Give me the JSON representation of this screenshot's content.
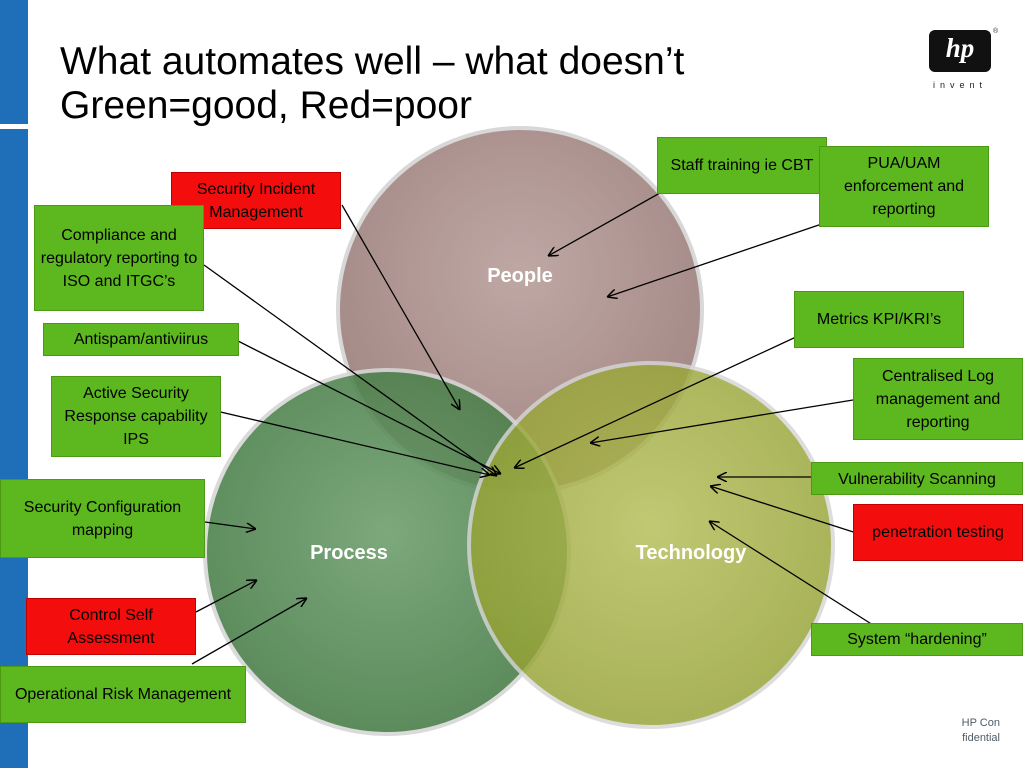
{
  "slide": {
    "title_line1": "What automates well – what doesn’t",
    "title_line2": "Green=good, Red=poor",
    "footer": "HP Confidential"
  },
  "logo": {
    "mark": "hp",
    "tagline": "invent",
    "registered": "®"
  },
  "colors": {
    "good": "#5db71f",
    "poor": "#f30d0d",
    "people": "#b09591",
    "process": "#4f8b4f",
    "technology": "#a2ae3c",
    "sidebar": "#1f6fb8"
  },
  "circles": [
    {
      "label": "People"
    },
    {
      "label": "Process"
    },
    {
      "label": "Technology"
    }
  ],
  "boxes": [
    {
      "text": "Staff training ie CBT",
      "status": "good"
    },
    {
      "text": "PUA/UAM enforcement and reporting",
      "status": "good"
    },
    {
      "text": "Security Incident Management",
      "status": "poor"
    },
    {
      "text": "Compliance and regulatory reporting to ISO and ITGC’s",
      "status": "good"
    },
    {
      "text": "Metrics KPI/KRI’s",
      "status": "good"
    },
    {
      "text": "Antispam/antiviirus",
      "status": "good"
    },
    {
      "text": "Centralised Log management and reporting",
      "status": "good"
    },
    {
      "text": "Active Security Response capability IPS",
      "status": "good"
    },
    {
      "text": "Vulnerability Scanning",
      "status": "good"
    },
    {
      "text": "Security Configuration mapping",
      "status": "good"
    },
    {
      "text": "penetration testing",
      "status": "poor"
    },
    {
      "text": "Control Self Assessment",
      "status": "poor"
    },
    {
      "text": "System “hardening”",
      "status": "good"
    },
    {
      "text": "Operational Risk Management",
      "status": "good"
    }
  ]
}
